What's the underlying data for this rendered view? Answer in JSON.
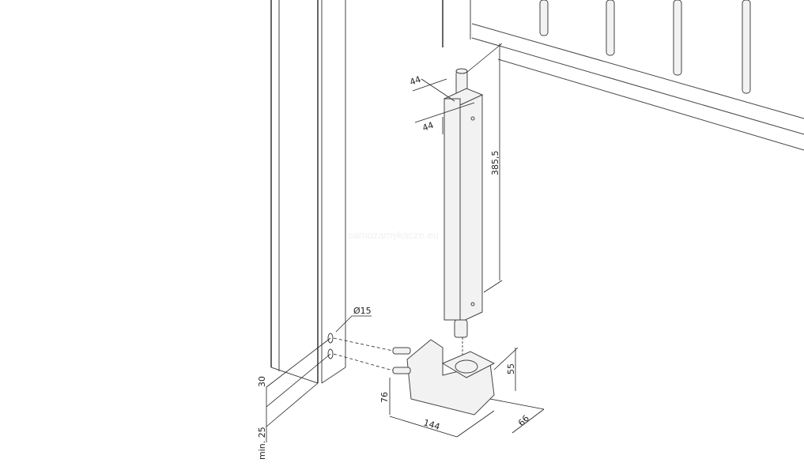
{
  "drawing": {
    "watermark": "samozamykacze.eu",
    "dimensions": {
      "square_top_a": "44",
      "square_top_b": "44",
      "height_closer": "385,5",
      "hole_diameter": "Ø15",
      "spacing_30": "30",
      "min_25": "min. 25",
      "base_height": "76",
      "base_width": "144",
      "base_depth": "66",
      "bracket_height": "55"
    }
  }
}
